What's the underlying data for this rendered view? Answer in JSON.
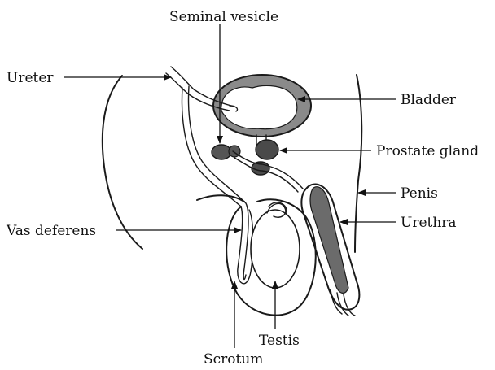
{
  "diagram": {
    "labels": {
      "seminal_vesicle": "Seminal vesicle",
      "ureter": "Ureter",
      "bladder": "Bladder",
      "prostate_gland": "Prostate gland",
      "penis": "Penis",
      "urethra": "Urethra",
      "vas_deferens": "Vas deferens",
      "testis": "Testis",
      "scrotum": "Scrotum"
    },
    "colors": {
      "line": "#1a1a1a",
      "shading": "#6b6b6b",
      "gland_fill": "#4a4a4a",
      "background": "#ffffff"
    }
  }
}
